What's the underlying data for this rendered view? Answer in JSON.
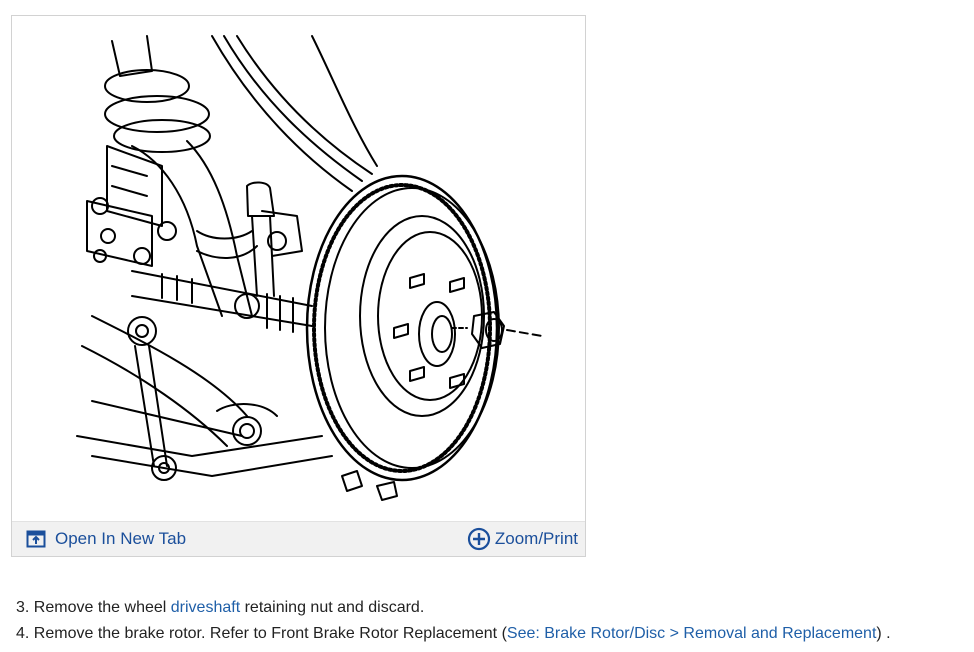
{
  "figure": {
    "open_tab_label": "Open In New Tab",
    "zoom_label": "Zoom/Print",
    "open_tab_icon": "open-in-new-tab-icon",
    "zoom_icon": "plus-circle-icon",
    "link_color": "#1b4f9b"
  },
  "steps": [
    {
      "number": "3.",
      "text_before": "Remove the wheel",
      "link": "driveshaft",
      "text_after": "retaining nut and discard."
    },
    {
      "number": "4.",
      "text_before": "Remove the brake rotor. Refer to Front Brake Rotor Replacement (",
      "link": "See: Brake Rotor/Disc > Removal and Replacement",
      "text_after": ") ."
    }
  ]
}
